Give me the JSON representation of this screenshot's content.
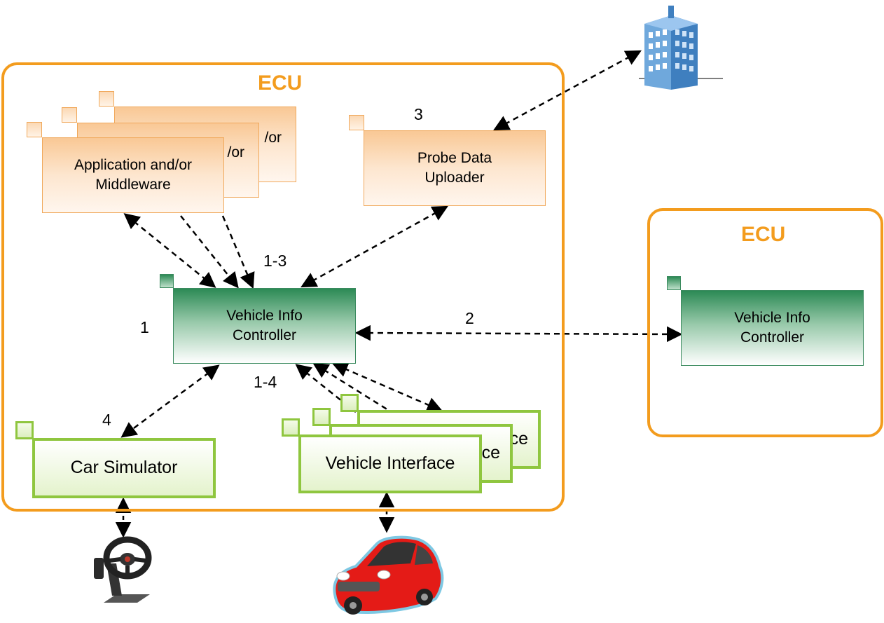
{
  "ecu_main": {
    "title": "ECU"
  },
  "ecu_remote": {
    "title": "ECU"
  },
  "components": {
    "app_back2": {
      "label_fragment": "/or"
    },
    "app_back1": {
      "label_fragment": "/or"
    },
    "app_front": {
      "label": "Application and/or\nMiddleware"
    },
    "probe": {
      "label": "Probe Data\nUploader"
    },
    "vic_main": {
      "label": "Vehicle Info\nController"
    },
    "vic_remote": {
      "label": "Vehicle Info\nController"
    },
    "car_sim": {
      "label": "Car Simulator"
    },
    "vi_back2": {
      "label_fragment": "ce"
    },
    "vi_back1": {
      "label_fragment": "ce"
    },
    "vi_front": {
      "label": "Vehicle Interface"
    }
  },
  "edge_labels": {
    "e1": "1",
    "e2": "2",
    "e3": "3",
    "e4": "4",
    "e13": "1-3",
    "e14": "1-4"
  },
  "icons": {
    "cloud_server": "office-building-icon",
    "steering": "steering-wheel-icon",
    "car": "red-car-icon"
  },
  "colors": {
    "ecu_border": "#f39c1e",
    "app_fill": "#f9c895",
    "controller_fill": "#2c8a55",
    "interface_border": "#8fc63f",
    "building": "#5b9bd5",
    "car": "#e41b17"
  }
}
